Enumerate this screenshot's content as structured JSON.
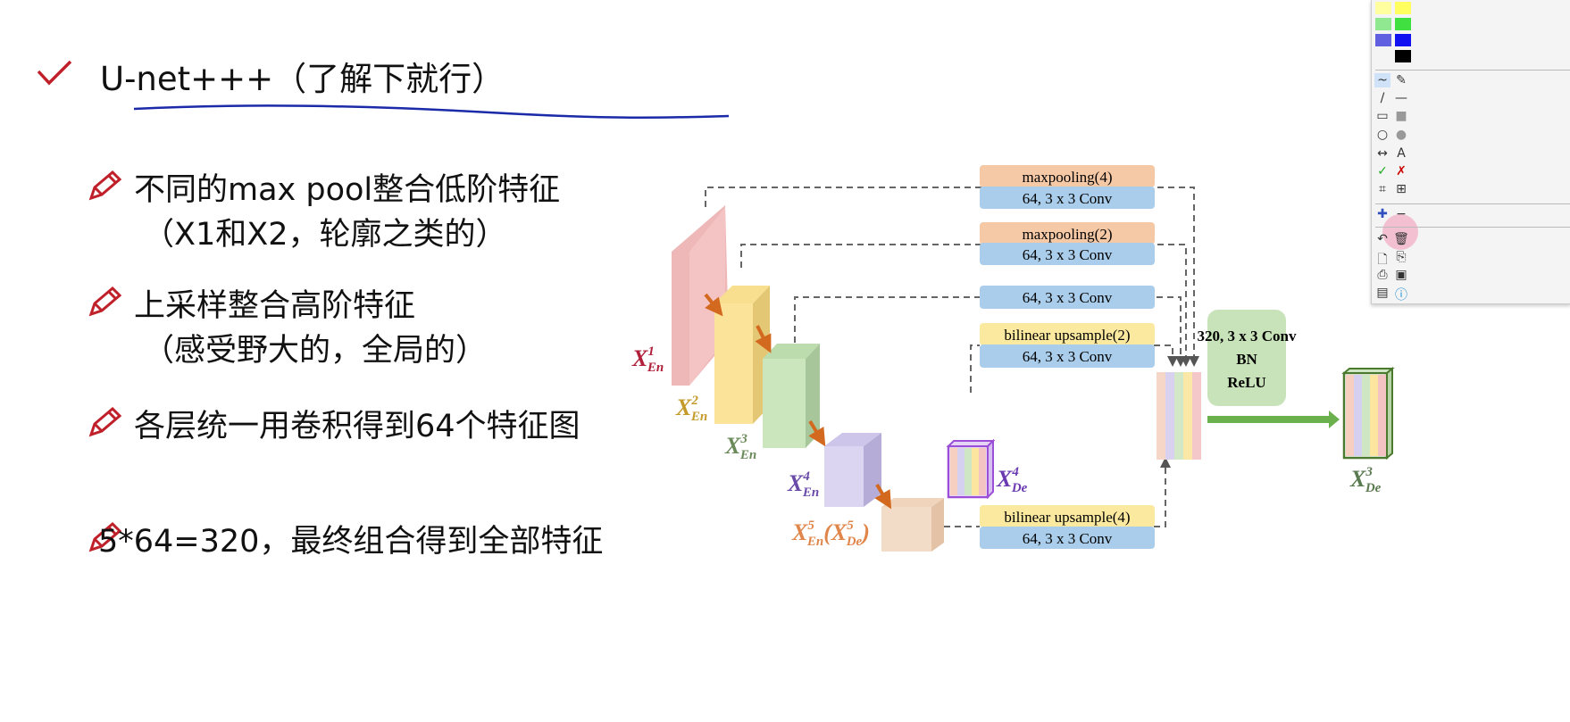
{
  "title": "U-net+++（了解下就行）",
  "bullets": [
    {
      "text": "不同的max pool整合低阶特征",
      "sub": "（X1和X2，轮廓之类的）"
    },
    {
      "text": "上采样整合高阶特征",
      "sub": "（感受野大的，全局的）"
    },
    {
      "text": "各层统一用卷积得到64个特征图"
    },
    {
      "text": "5*64=320，最终组合得到全部特征"
    }
  ],
  "diagram": {
    "boxes": {
      "mp4": "maxpooling(4)",
      "conv1": "64, 3 x 3 Conv",
      "mp2": "maxpooling(2)",
      "conv2": "64, 3 x 3 Conv",
      "conv3": "64, 3 x 3 Conv",
      "up2": "bilinear upsample(2)",
      "conv4": "64, 3 x 3 Conv",
      "up4": "bilinear upsample(4)",
      "conv5": "64, 3 x 3 Conv"
    },
    "fuse": {
      "line1": "320, 3 x 3 Conv",
      "line2": "BN",
      "line3": "ReLU"
    },
    "labels": {
      "en1": {
        "base": "X",
        "sup": "1",
        "sub": "En"
      },
      "en2": {
        "base": "X",
        "sup": "2",
        "sub": "En"
      },
      "en3": {
        "base": "X",
        "sup": "3",
        "sub": "En"
      },
      "en4": {
        "base": "X",
        "sup": "4",
        "sub": "En"
      },
      "en5": {
        "base": "X",
        "sup": "5",
        "sub": "En",
        "paren_base": "(X",
        "paren_sup": "5",
        "paren_sub": "De",
        "close": ")"
      },
      "de4": {
        "base": "X",
        "sup": "4",
        "sub": "De"
      },
      "de3": {
        "base": "X",
        "sup": "3",
        "sub": "De"
      }
    },
    "colors": {
      "orange": "#f6c9a6",
      "blue": "#a9cdea",
      "yellow": "#fbe9a0",
      "green": "#c8e3b9",
      "arrow": "#6ab04c"
    }
  }
}
